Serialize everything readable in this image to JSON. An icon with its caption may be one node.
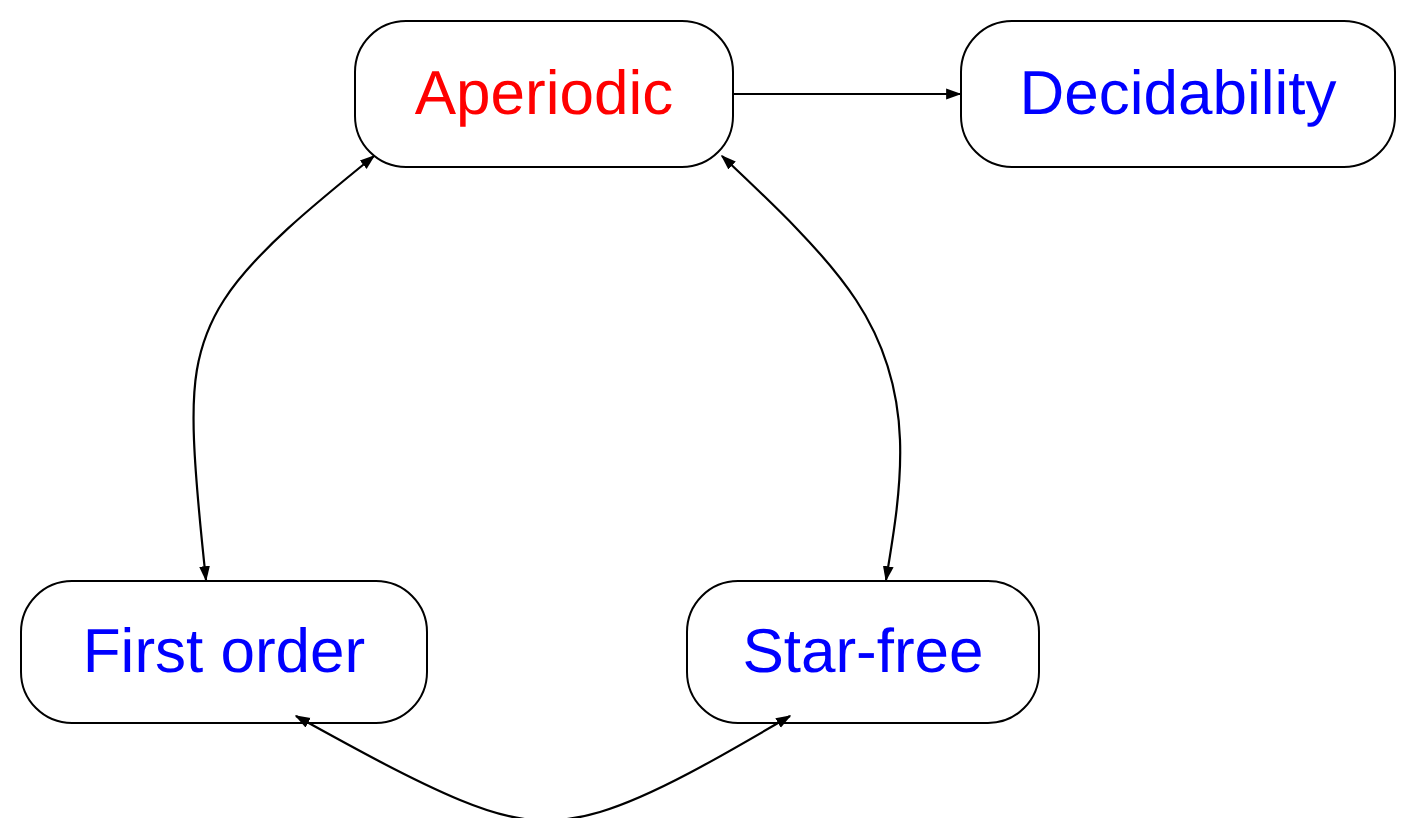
{
  "diagram": {
    "nodes": [
      {
        "text": [
          "Aperiodic"
        ]
      },
      {
        "text": [
          "Decidability"
        ]
      },
      {
        "text": [
          "First order"
        ]
      },
      {
        "text": [
          "Star-free"
        ]
      }
    ],
    "edges": [
      {
        "from": 0,
        "to": 1,
        "arrow": "to"
      },
      {
        "from": 0,
        "to": 2,
        "arrow": "both"
      },
      {
        "from": 0,
        "to": 3,
        "arrow": "both"
      },
      {
        "from": 2,
        "to": 3,
        "arrow": "both"
      }
    ]
  }
}
